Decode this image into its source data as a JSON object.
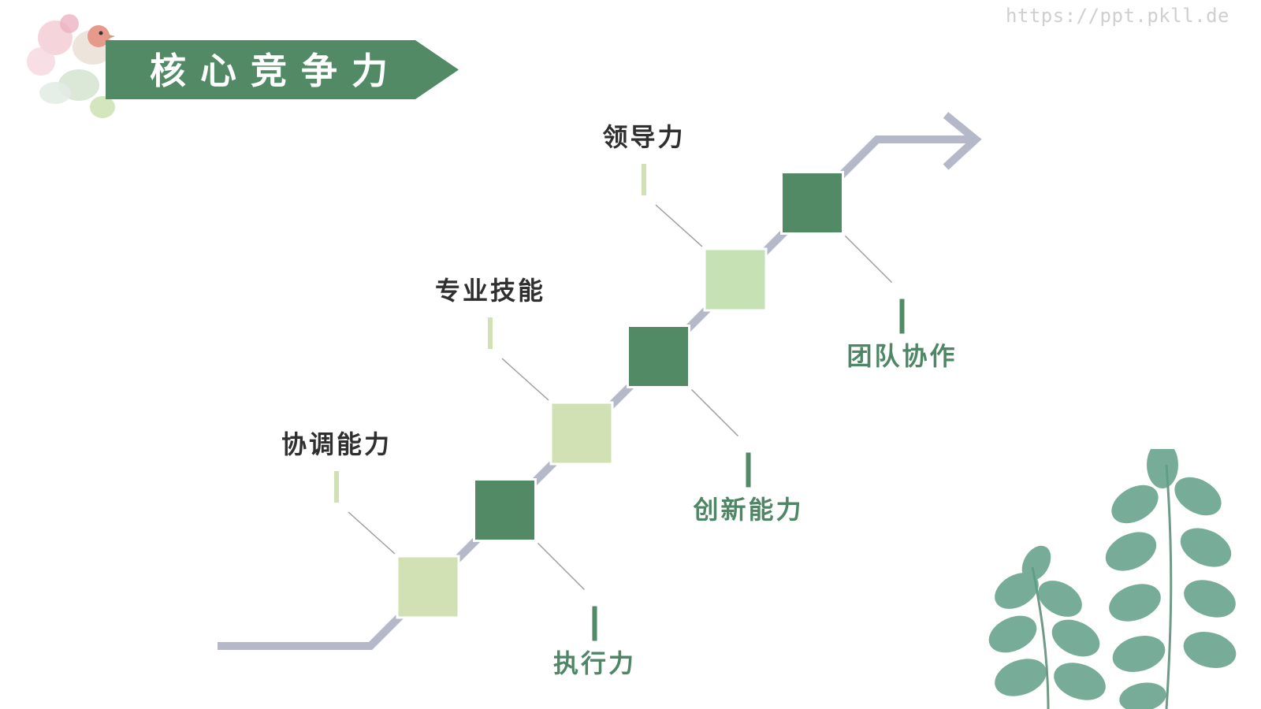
{
  "watermark": "https://ppt.pkll.de",
  "title": "核心竞争力",
  "colors": {
    "dark_green": "#538a66",
    "light_green": "#d2e1b3",
    "lighter_green": "#c6e1b3",
    "path_gray": "#b4b8c8",
    "connector_gray": "#9e9e9e"
  },
  "steps": [
    {
      "label": "协调能力",
      "position": "top"
    },
    {
      "label": "执行力",
      "position": "bottom"
    },
    {
      "label": "专业技能",
      "position": "top"
    },
    {
      "label": "创新能力",
      "position": "bottom"
    },
    {
      "label": "领导力",
      "position": "top"
    },
    {
      "label": "团队协作",
      "position": "bottom"
    }
  ],
  "icons": {
    "corner_decoration": "bird-flower-icon",
    "bottom_right_decoration": "eucalyptus-leaves-icon",
    "end_arrow": "arrow-right-icon"
  }
}
